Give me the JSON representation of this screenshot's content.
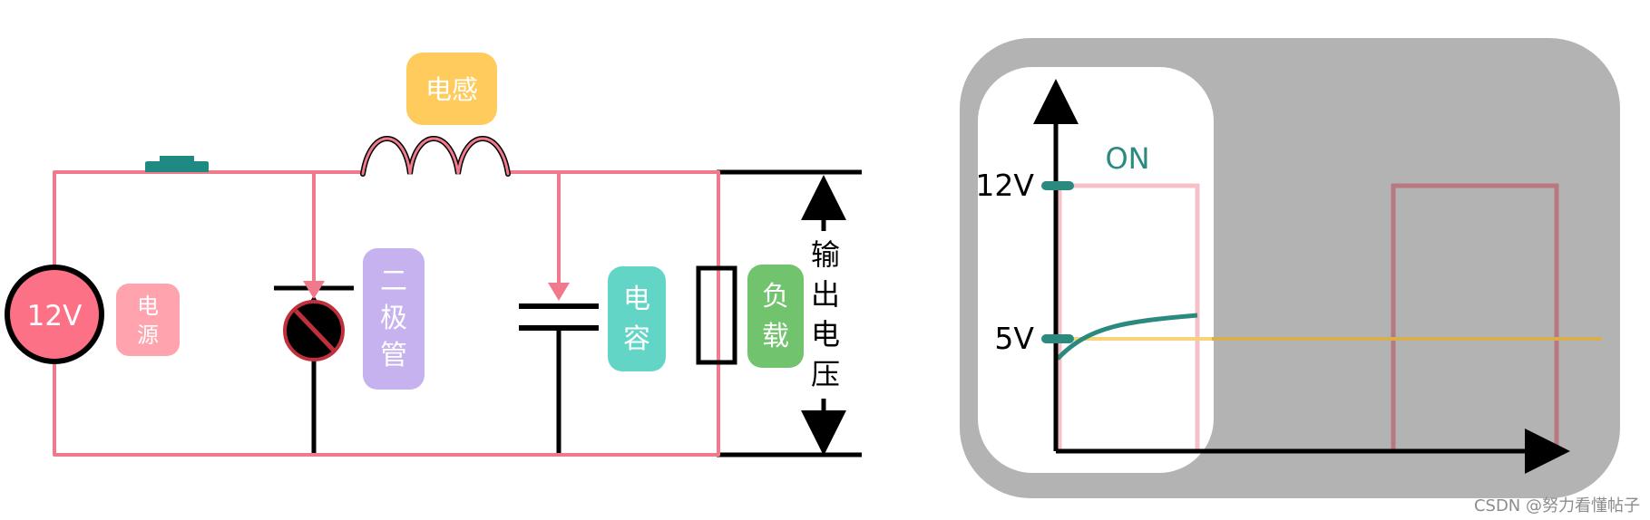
{
  "circuit": {
    "source_value": "12V",
    "source_label": [
      "电",
      "源"
    ],
    "inductor_label": "电感",
    "diode_label": [
      "二",
      "极",
      "管"
    ],
    "capacitor_label": [
      "电",
      "容"
    ],
    "load_label": [
      "负",
      "载"
    ],
    "output_label": [
      "输",
      "出",
      "电",
      "压"
    ]
  },
  "graph": {
    "state_label": "ON",
    "level_high": "12V",
    "level_low": "5V"
  },
  "watermark": "CSDN @努力看懂帖子",
  "colors": {
    "wire": "#f07a8c",
    "source_fill": "#fd7187",
    "inductor_badge": "#ffcb5c",
    "diode_badge": "#c6b2ef",
    "capacitor_badge": "#63d5c6",
    "load_badge": "#71c36e",
    "source_badge": "#ffa3ae",
    "switch": "#1f8a82",
    "panel": "#b3b3b3",
    "trace_teal": "#2a8a80",
    "trace_yellow": "#f9d37a"
  }
}
